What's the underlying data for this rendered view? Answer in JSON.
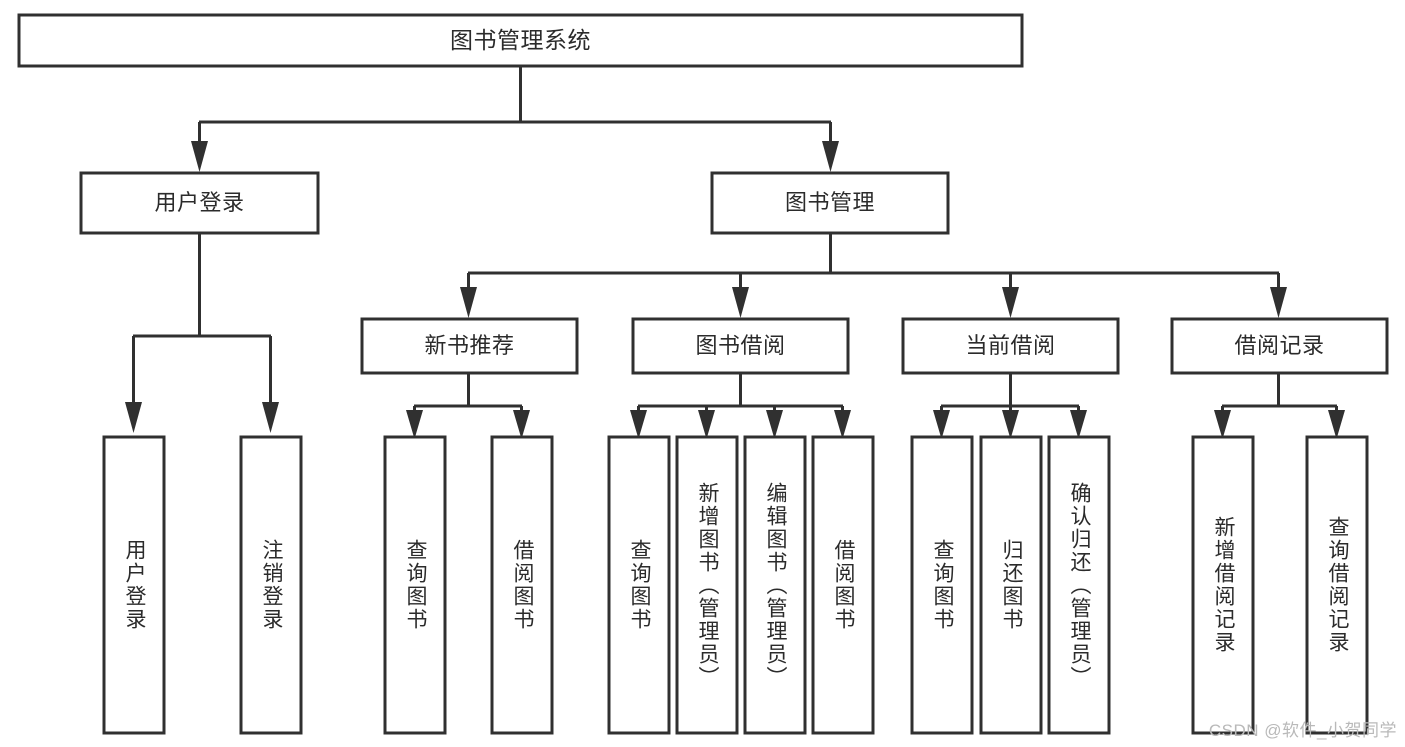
{
  "diagram": {
    "title": "图书管理系统",
    "watermark": "CSDN @软件_小贺同学",
    "colors": {
      "stroke": "#303030",
      "box_fill": "#ffffff",
      "text": "#2b2b2b",
      "background": "#ffffff",
      "watermark": "#b9b9b9"
    },
    "root": {
      "label": "图书管理系统"
    },
    "level1": [
      {
        "label": "用户登录"
      },
      {
        "label": "图书管理"
      }
    ],
    "level2": [
      {
        "label": "新书推荐"
      },
      {
        "label": "图书借阅"
      },
      {
        "label": "当前借阅"
      },
      {
        "label": "借阅记录"
      }
    ],
    "leaves": {
      "user_login": [
        {
          "label": "用户登录"
        },
        {
          "label": "注销登录"
        }
      ],
      "new_book_recommend": [
        {
          "label": "查询图书"
        },
        {
          "label": "借阅图书"
        }
      ],
      "book_borrow": [
        {
          "label": "查询图书"
        },
        {
          "label": "新增图书（管理员）"
        },
        {
          "label": "编辑图书（管理员）"
        },
        {
          "label": "借阅图书"
        }
      ],
      "current_borrow": [
        {
          "label": "查询图书"
        },
        {
          "label": "归还图书"
        },
        {
          "label": "确认归还（管理员）"
        }
      ],
      "borrow_record": [
        {
          "label": "新增借阅记录"
        },
        {
          "label": "查询借阅记录"
        }
      ]
    }
  }
}
